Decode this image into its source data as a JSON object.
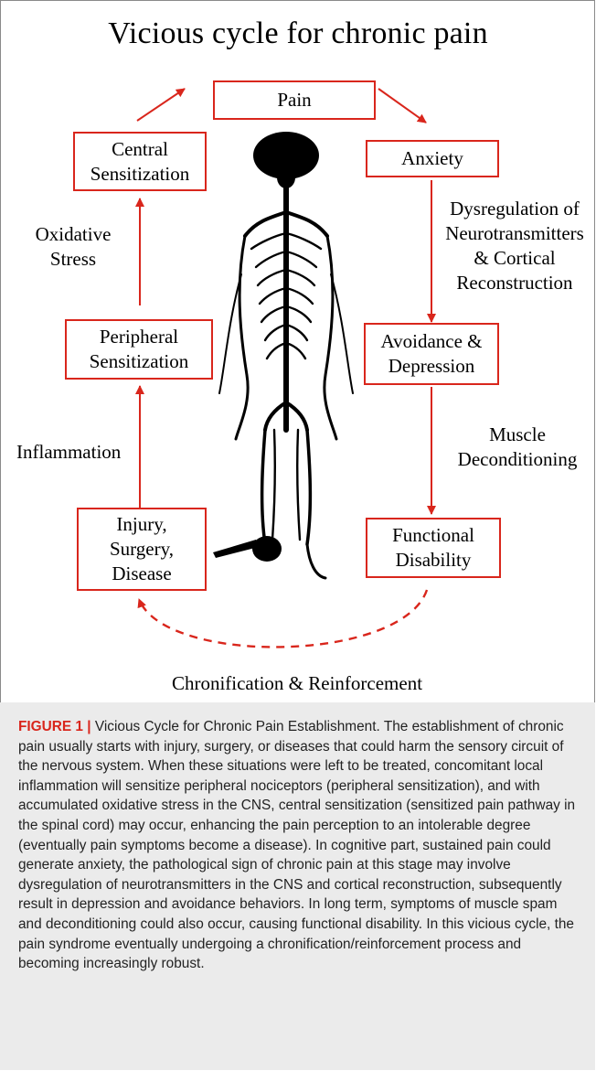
{
  "diagram": {
    "title": "Vicious cycle for chronic pain",
    "boxes": {
      "pain": "Pain",
      "central_sensitization": "Central\nSensitization",
      "anxiety": "Anxiety",
      "peripheral_sensitization": "Peripheral\nSensitization",
      "avoidance_depression": "Avoidance &\nDepression",
      "injury": "Injury,\nSurgery,\nDisease",
      "functional_disability": "Functional\nDisability"
    },
    "edge_labels": {
      "oxidative_stress": "Oxidative\nStress",
      "dysregulation": "Dysregulation of\nNeurotransmitters\n& Cortical\nReconstruction",
      "inflammation": "Inflammation",
      "muscle_deconditioning": "Muscle\nDeconditioning",
      "chronification": "Chronification & Reinforcement"
    },
    "colors": {
      "accent_red": "#d9261c",
      "caption_background": "#ebebeb",
      "figure_label": "#d9261c"
    }
  },
  "caption": {
    "label": "FIGURE 1",
    "separator": "|",
    "title": "Vicious Cycle for Chronic Pain Establishment.",
    "body": "The establishment of chronic pain usually starts with injury, surgery, or diseases that could harm the sensory circuit of the nervous system. When these situations were left to be treated, concomitant local inflammation will sensitize peripheral nociceptors (peripheral sensitization), and with accumulated oxidative stress in the CNS, central sensitization (sensitized pain pathway in the spinal cord) may occur, enhancing the pain perception to an intolerable degree (eventually pain symptoms become a disease). In cognitive part, sustained pain could generate anxiety, the pathological sign of chronic pain at this stage may involve dysregulation of neurotransmitters in the CNS and cortical reconstruction, subsequently result in depression and avoidance behaviors. In long term, symptoms of muscle spam and deconditioning could also occur, causing functional disability. In this vicious cycle, the pain syndrome eventually undergoing a chronification/reinforcement process and becoming increasingly robust."
  }
}
